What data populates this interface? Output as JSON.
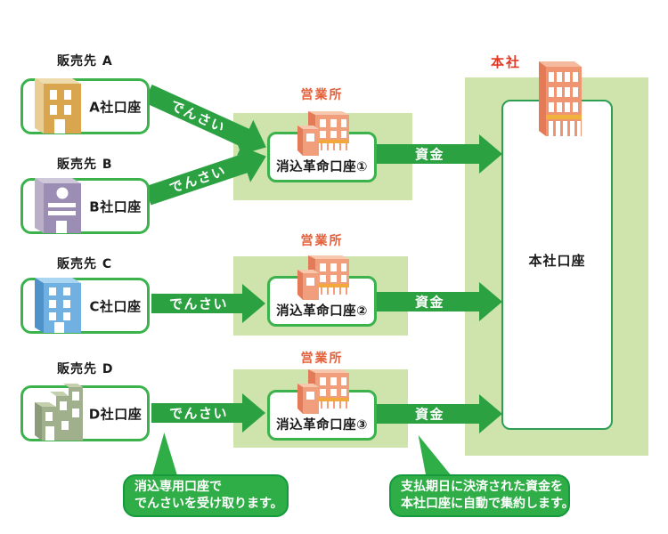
{
  "diagram": {
    "sellers": [
      {
        "name": "販売先 A",
        "account": "A社口座"
      },
      {
        "name": "販売先 B",
        "account": "B社口座"
      },
      {
        "name": "販売先 C",
        "account": "C社口座"
      },
      {
        "name": "販売先 D",
        "account": "D社口座"
      }
    ],
    "branches": [
      {
        "name": "営業所",
        "account": "消込革命口座①"
      },
      {
        "name": "営業所",
        "account": "消込革命口座②"
      },
      {
        "name": "営業所",
        "account": "消込革命口座③"
      }
    ],
    "headquarters": {
      "name": "本社",
      "account": "本社口座"
    },
    "flow_labels": {
      "densai": "でんさい",
      "funds": "資金"
    },
    "callouts": {
      "densai_note": {
        "line1": "消込専用口座で",
        "line2": "でんさいを受け取ります。"
      },
      "funds_note": {
        "line1": "支払期日に決済された資金を",
        "line2": "本社口座に自動で集約します。"
      }
    }
  },
  "colors": {
    "arrow_green": "#2ba142",
    "pale_green": "#cfe3ad",
    "box_border": "#3cb24d",
    "hq_box_border": "#2f9e55",
    "callout_fill": "#2fae47",
    "callout_border": "#149a3c",
    "branch_label": "#e2603a",
    "hq_label": "#e03a26",
    "bldg_a_front": "#d9a64f",
    "bldg_a_side": "#e9cd92",
    "bldg_a_top": "#eedcae",
    "bldg_b_front": "#9b8db4",
    "bldg_b_side": "#b9b0c7",
    "bldg_b_top": "#cfc8da",
    "bldg_c_front": "#71b1e2",
    "bldg_c_side": "#4f92ca",
    "bldg_c_top": "#abd6f2",
    "bldg_d_front": "#a0b08d",
    "bldg_d_side": "#8a9a7a",
    "bldg_d_top": "#c4cfae",
    "branch_front": "#f09e7b",
    "branch_side": "#e47b58",
    "branch_top": "#f7c8ae",
    "branch_stripe": "#f2a83a",
    "hq_front": "#ef9572",
    "hq_side": "#e57a57",
    "hq_top": "#f5ba9e",
    "hq_stripe": "#efb23c"
  }
}
